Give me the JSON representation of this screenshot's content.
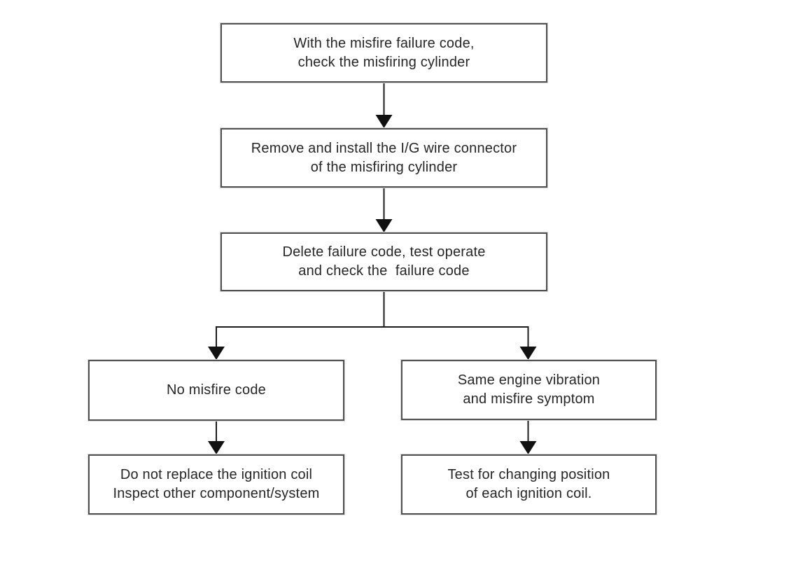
{
  "diagram": {
    "type": "flowchart",
    "topic": "Ignition coil misfire diagnosis",
    "colors": {
      "background": "#ffffff",
      "box_border": "#515151",
      "connector_line": "#1c1c1c",
      "arrowhead": "#111111",
      "text": "#262626"
    },
    "nodes": {
      "check_cylinder": {
        "text": "With the misfire failure code,\ncheck the misfiring cylinder"
      },
      "remove_install": {
        "text": "Remove and install the I/G wire connector\nof the misfiring cylinder"
      },
      "delete_code": {
        "text": "Delete failure code, test operate\nand check the  failure code"
      },
      "no_misfire": {
        "text": "No misfire code"
      },
      "same_vibration": {
        "text": "Same engine vibration\nand misfire symptom"
      },
      "do_not_replace": {
        "text": "Do not replace the ignition coil\nInspect other component/system"
      },
      "test_position": {
        "text": "Test for changing position\nof each ignition coil."
      }
    },
    "edges": [
      "check_cylinder -> remove_install",
      "remove_install -> delete_code",
      "delete_code -> no_misfire",
      "delete_code -> same_vibration",
      "no_misfire -> do_not_replace",
      "same_vibration -> test_position"
    ]
  }
}
